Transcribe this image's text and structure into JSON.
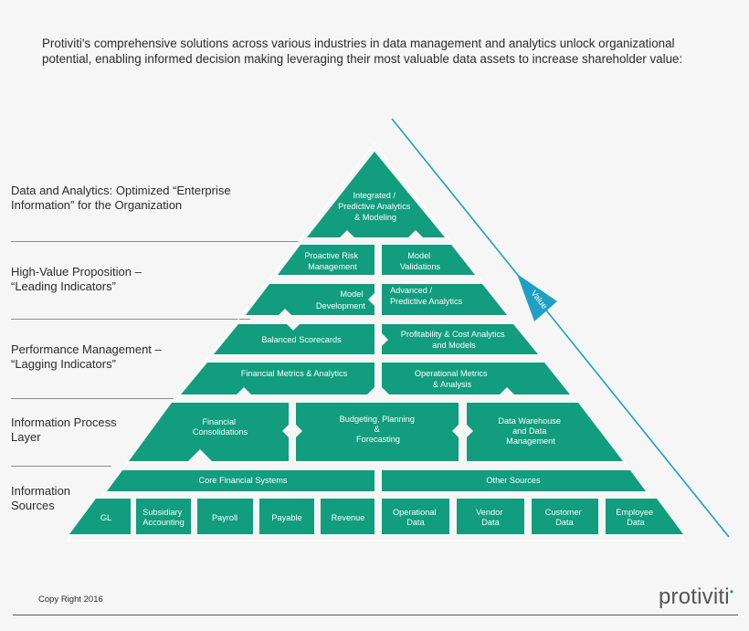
{
  "intro": "Protiviti's comprehensive solutions across various industries in data management and analytics unlock organizational potential, enabling informed decision making leveraging their most valuable data assets to increase shareholder value:",
  "levels": [
    {
      "line1": "Data and Analytics: Optimized “Enterprise",
      "line2": "Information” for the Organization"
    },
    {
      "line1": "High-Value Proposition –",
      "line2": "“Leading Indicators”"
    },
    {
      "line1": "Performance Management –",
      "line2": "“Lagging Indicators”"
    },
    {
      "line1": "Information Process",
      "line2": "Layer"
    },
    {
      "line1": "Information",
      "line2": "Sources"
    }
  ],
  "blocks": {
    "apex": [
      "Integrated /",
      "Predictive Analytics",
      "& Modeling"
    ],
    "proactive_risk": [
      "Proactive Risk",
      "Management"
    ],
    "model_validations": [
      "Model",
      "Validations"
    ],
    "model_development": [
      "Model",
      "Development"
    ],
    "advanced_predictive": [
      "Advanced /",
      "Predictive Analytics"
    ],
    "balanced_scorecards": [
      "Balanced Scorecards"
    ],
    "profitability": [
      "Profitability & Cost Analytics",
      "and Models"
    ],
    "financial_metrics": [
      "Financial Metrics & Analytics"
    ],
    "operational_metrics": [
      "Operational Metrics",
      "& Analysis"
    ],
    "financial_consolidations": [
      "Financial",
      "Consolidations"
    ],
    "budgeting": [
      "Budgeting, Planning",
      "&",
      "Forecasting"
    ],
    "data_warehouse": [
      "Data Warehouse",
      "and Data",
      "Management"
    ],
    "core_financial": [
      "Core Financial Systems"
    ],
    "other_sources": [
      "Other Sources"
    ],
    "gl": [
      "GL"
    ],
    "subsidiary": [
      "Subsidiary",
      "Accounting"
    ],
    "payroll": [
      "Payroll"
    ],
    "payable": [
      "Payable"
    ],
    "revenue": [
      "Revenue"
    ],
    "operational_data": [
      "Operational",
      "Data"
    ],
    "vendor_data": [
      "Vendor",
      "Data"
    ],
    "customer_data": [
      "Customer",
      "Data"
    ],
    "employee_data": [
      "Employee",
      "Data"
    ]
  },
  "value_label": "Value",
  "copyright": "Copy Right 2016",
  "logo": {
    "text": "protiviti",
    "mark": "•"
  },
  "colors": {
    "block": "#119d7e",
    "arrow": "#1f9fc6",
    "background": "#f6f6f6"
  }
}
